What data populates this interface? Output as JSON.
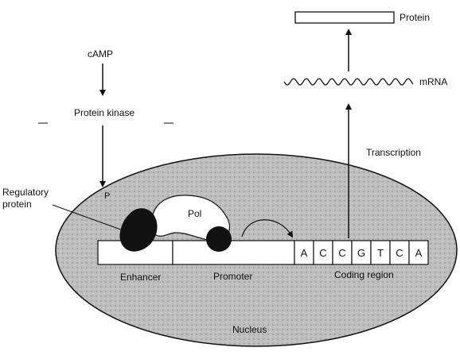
{
  "labels": {
    "camp": "cAMP",
    "kinase": "Protein kinase",
    "protein": "Protein",
    "mrna": "mRNA",
    "transcription": "Transcription",
    "regulatory_line1": "Regulatory",
    "regulatory_line2": "protein",
    "pol": "Pol",
    "phospho": "P",
    "enhancer": "Enhancer",
    "promoter": "Promoter",
    "coding": "Coding region",
    "nucleus": "Nucleus"
  },
  "coding_bases": [
    "A",
    "C",
    "C",
    "G",
    "T",
    "C",
    "A"
  ],
  "colors": {
    "nucleus_fill": "#b9b9b9",
    "ink": "#111111",
    "dna_fill": "#ffffff"
  }
}
